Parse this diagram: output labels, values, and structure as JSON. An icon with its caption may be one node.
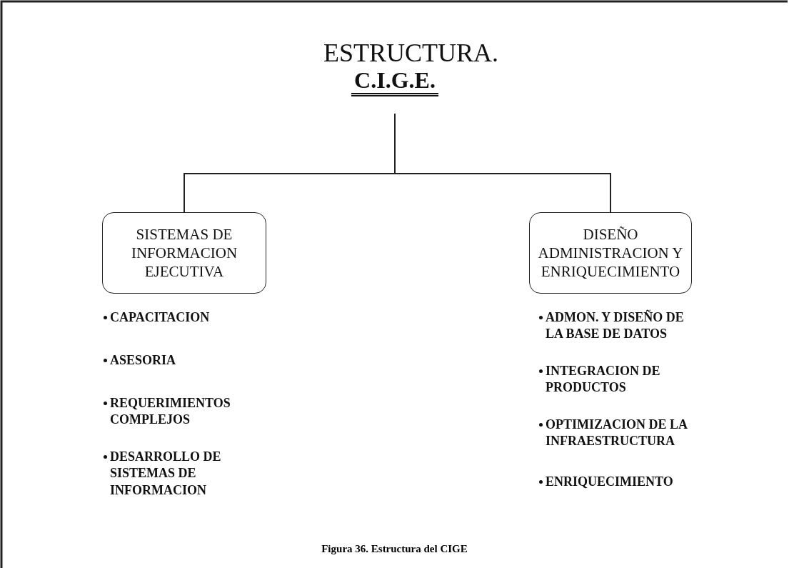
{
  "diagram": {
    "caption": "Figura 36. Estructura del CIGE",
    "nodes": [
      {
        "text": [
          "ESTRUCTURA.",
          "C.I.G.E."
        ]
      },
      {
        "text": [
          "SISTEMAS DE INFORMACION EJECUTIVA"
        ]
      },
      {
        "text": [
          "DISEÑO ADMINISTRACION Y ENRIQUECIMIENTO"
        ]
      }
    ],
    "edges": [
      {
        "from": 0,
        "to": 1,
        "arrow": "none"
      },
      {
        "from": 0,
        "to": 2,
        "arrow": "none"
      }
    ],
    "labels": [
      "CAPACITACION",
      "ADMON. Y DISEÑO DE LA BASE DE DATOS",
      "ASESORIA",
      "INTEGRACION DE PRODUCTOS",
      "REQUERIMIENTOS COMPLEJOS",
      "OPTIMIZACION DE LA INFRAESTRUCTURA",
      "DESARROLLO DE SISTEMAS DE INFORMACION",
      "ENRIQUECIMIENTO"
    ]
  }
}
